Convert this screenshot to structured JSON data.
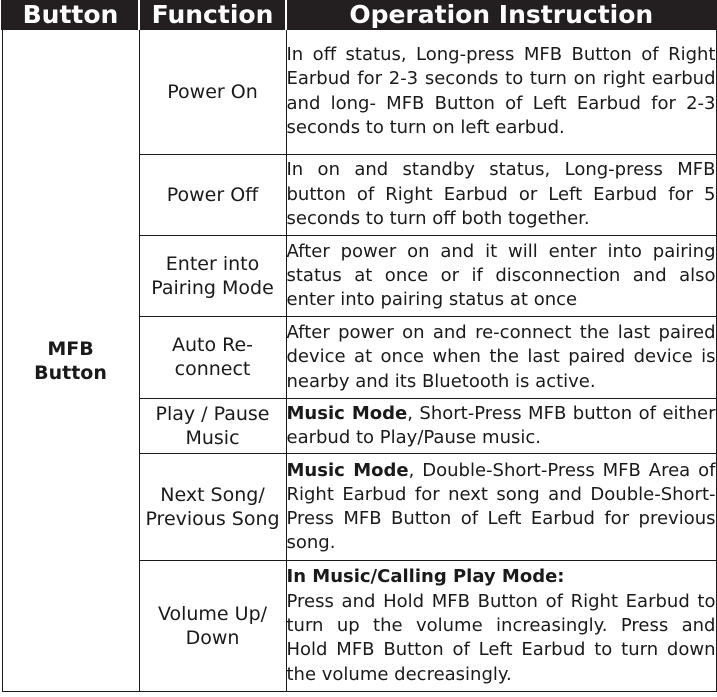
{
  "table": {
    "headers": [
      "Button",
      "Function",
      "Operation Instruction"
    ],
    "button_label": "MFB\nButton",
    "rows": [
      {
        "function": "Power On",
        "instruction": "In off status, Long-press MFB Button of Right Earbud for 2-3 seconds to turn on right earbud and long- MFB Button of Left Earbud for 2-3 seconds to turn on left earbud."
      },
      {
        "function": "Power Off",
        "instruction": "In on and standby status, Long-press MFB button of Right Earbud or Left Earbud for 5 seconds to turn off both together."
      },
      {
        "function": "Enter into Pairing Mode",
        "instruction": "After power on and it will enter into pairing status at once or if disconnection and also enter into pairing status at once"
      },
      {
        "function": "Auto Re-connect",
        "instruction": "After power on and re-connect the last paired device at once when the last paired device is nearby and its Bluetooth is active."
      },
      {
        "function": "Play / Pause Music",
        "bold": "Music Mode",
        "instruction": ", Short-Press MFB button of either earbud to Play/Pause music."
      },
      {
        "function": "Next Song/ Previous Song",
        "bold": "Music Mode",
        "instruction": ", Double-Short-Press MFB Area of Right Earbud for next song and Double-Short-Press MFB Button of Left Earbud for previous song."
      },
      {
        "function": "Volume Up/ Down",
        "bold": "In Music/Calling Play Mode:",
        "instruction": "Press and Hold MFB Button of Right Earbud to turn up the volume increasingly. Press and Hold MFB Button of Left Earbud to turn down the volume decreasingly."
      }
    ]
  }
}
